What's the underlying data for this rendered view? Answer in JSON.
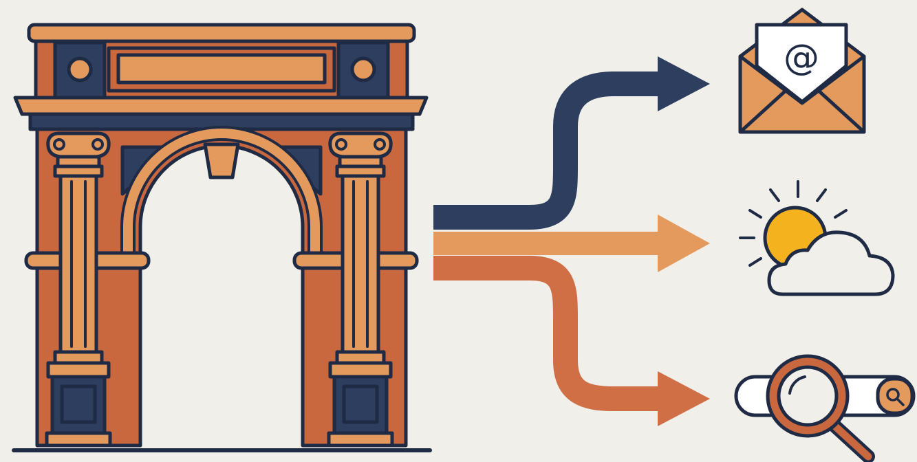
{
  "diagram": {
    "source": {
      "icon": "triumphal-arch-icon"
    },
    "flows": [
      {
        "id": "email",
        "color": "#2d3e5f",
        "target_icon": "email-envelope-icon",
        "target_text": "@"
      },
      {
        "id": "weather",
        "color": "#e39a5c",
        "target_icon": "weather-sun-cloud-icon"
      },
      {
        "id": "search",
        "color": "#d06f45",
        "target_icon": "search-bar-magnifier-icon"
      }
    ]
  },
  "colors": {
    "background": "#f1efea",
    "outline": "#1f2a44",
    "navy": "#2d3e5f",
    "terracotta": "#c9683f",
    "light_orange": "#e39a5c",
    "sun_yellow": "#f3b21e",
    "paper": "#ffffff"
  }
}
